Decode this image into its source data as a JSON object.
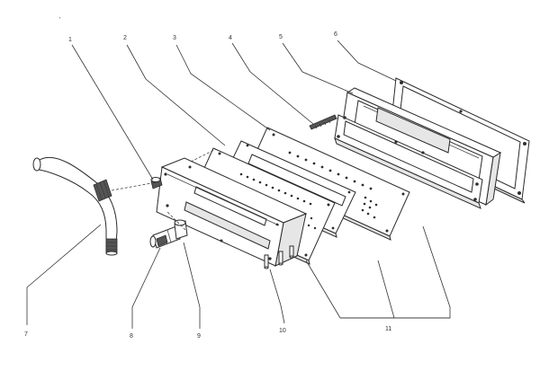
{
  "diagram": {
    "callouts": {
      "tick": "'",
      "c1": "1",
      "c2": "2",
      "c3": "3",
      "c4": "4",
      "c5": "5",
      "c6": "6",
      "c7": "7",
      "c8": "8",
      "c9": "9",
      "c10": "10",
      "c11": "11"
    }
  }
}
